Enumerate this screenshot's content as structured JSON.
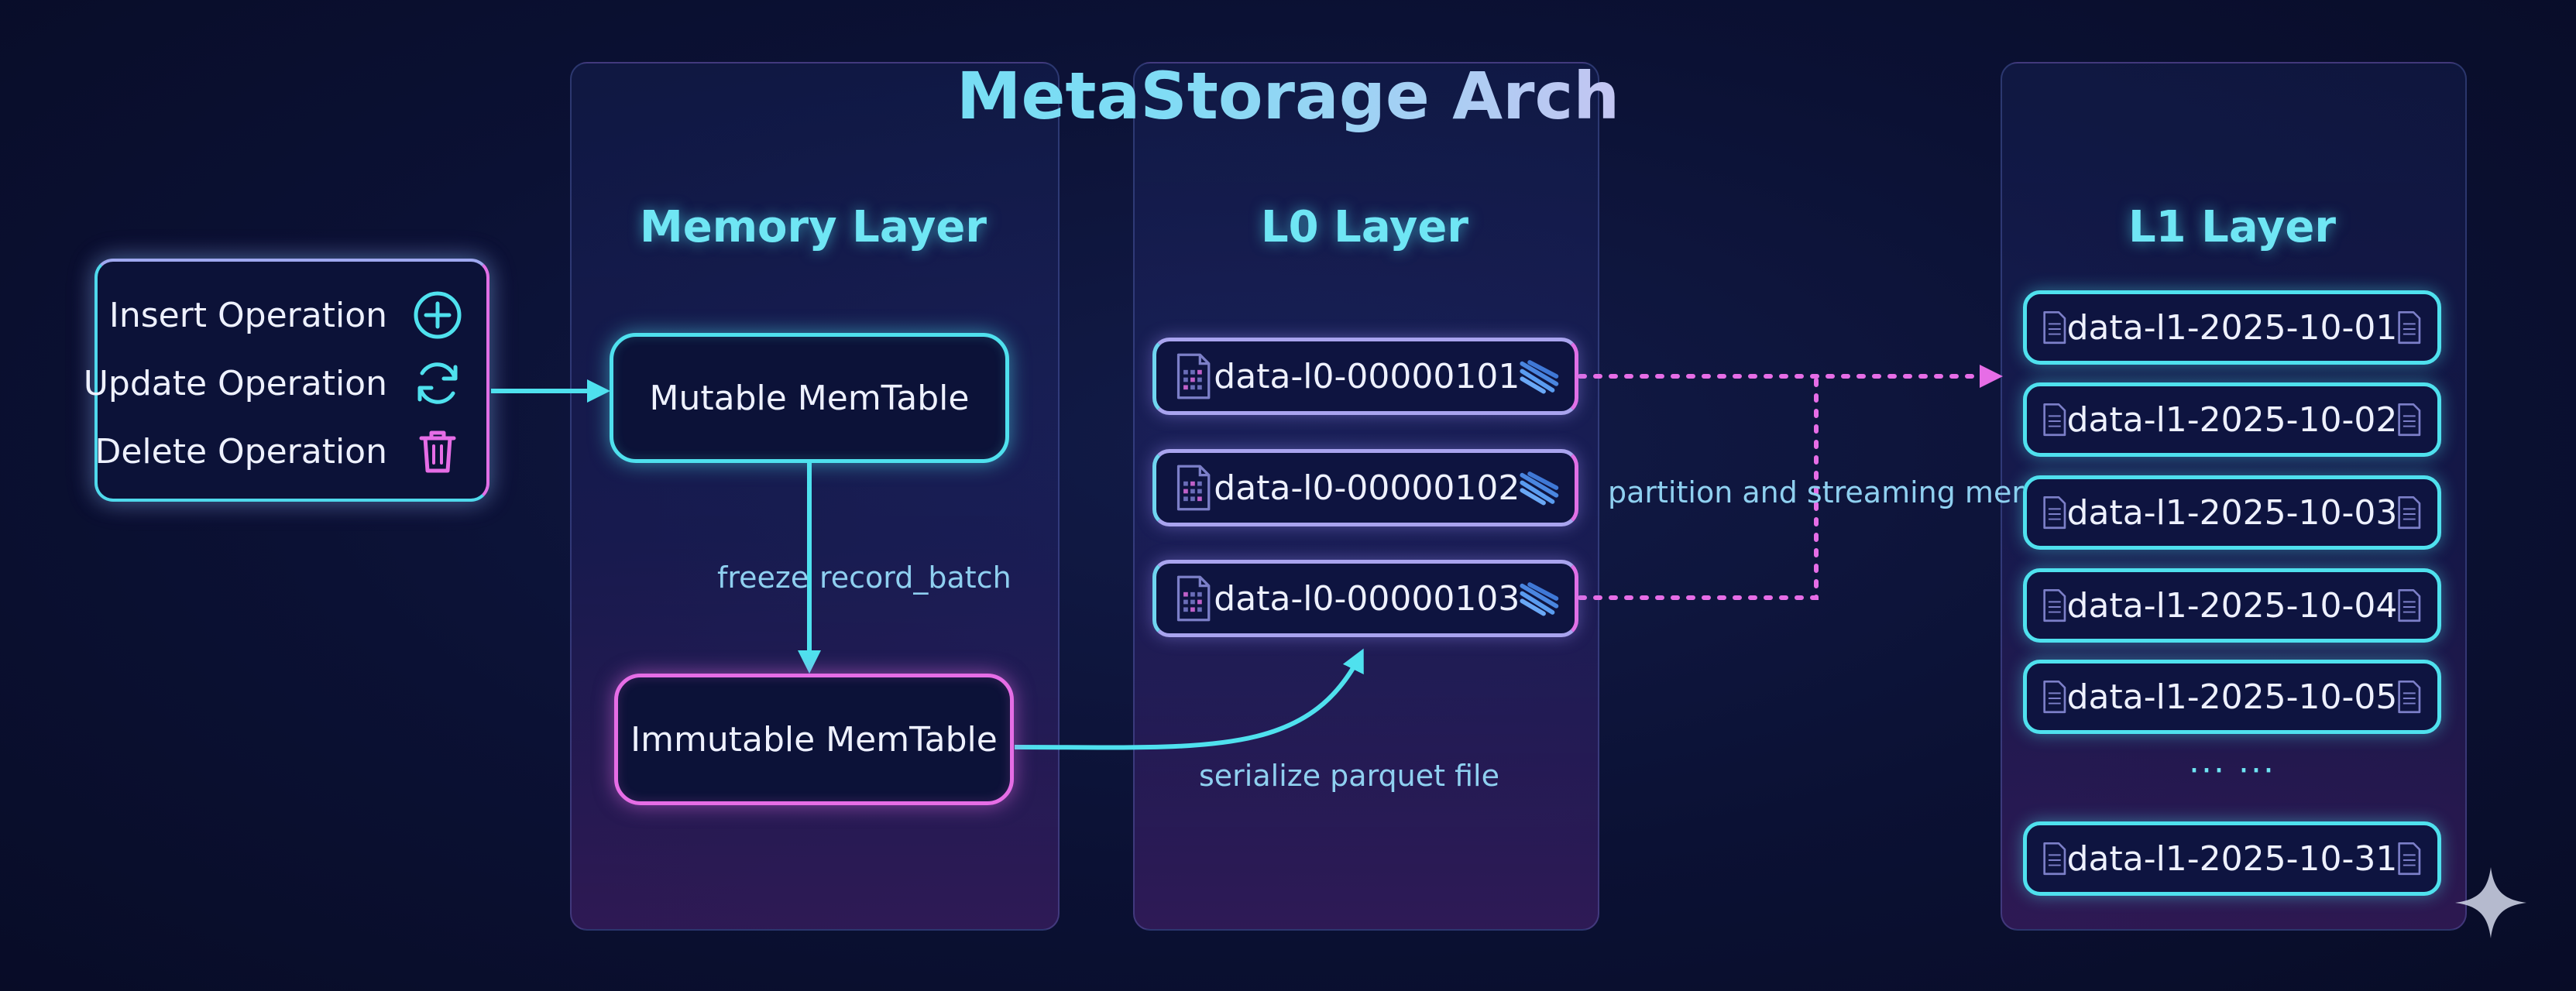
{
  "title": "MetaStorage Arch",
  "operations": [
    {
      "label": "Insert Operation",
      "icon": "plus-circle-icon"
    },
    {
      "label": "Update Operation",
      "icon": "refresh-icon"
    },
    {
      "label": "Delete Operation",
      "icon": "trash-icon"
    }
  ],
  "memory_layer": {
    "title": "Memory Layer",
    "mutable": "Mutable MemTable",
    "immutable": "Immutable MemTable",
    "freeze_label": "freeze",
    "record_batch_label": "record_batch"
  },
  "serialize_label": "serialize parquet file",
  "l0_layer": {
    "title": "L0 Layer",
    "files": [
      "data-l0-00000101",
      "data-l0-00000102",
      "data-l0-00000103"
    ]
  },
  "merge_label": "partition and streaming merge",
  "l1_layer": {
    "title": "L1 Layer",
    "files": [
      "data-l1-2025-10-01",
      "data-l1-2025-10-02",
      "data-l1-2025-10-03",
      "data-l1-2025-10-04",
      "data-l1-2025-10-05"
    ],
    "ellipsis": "··· ···",
    "last_file": "data-l1-2025-10-31"
  },
  "colors": {
    "cyan": "#4fe1ee",
    "pink": "#e66de6",
    "background": "#0b1134"
  }
}
